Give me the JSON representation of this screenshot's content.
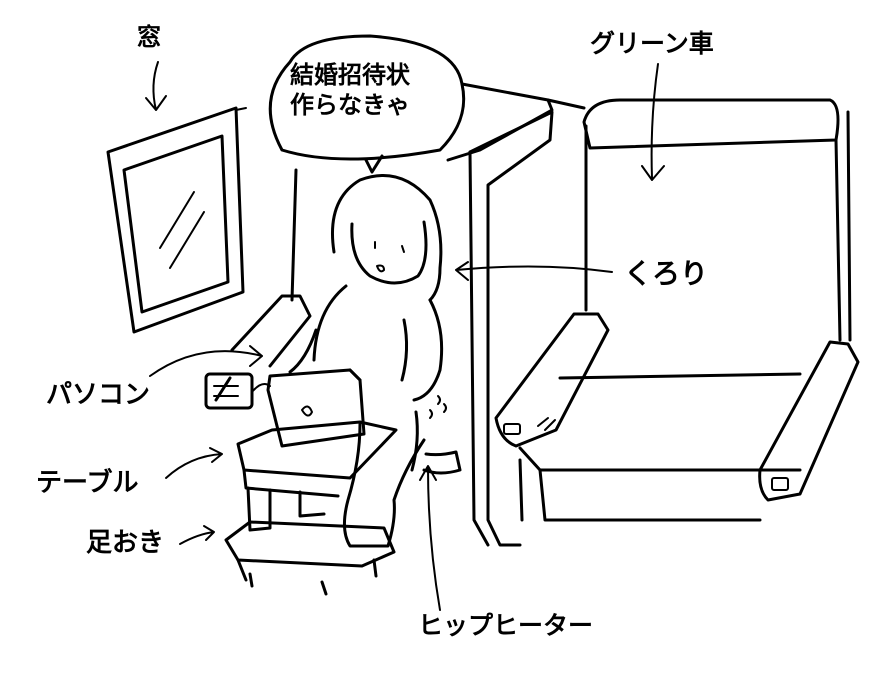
{
  "labels": {
    "window": "窓",
    "speech_line1": "結婚招待状",
    "speech_line2": "作らなきゃ",
    "green_car": "グリーン車",
    "kurori": "くろり",
    "pc": "パソコン",
    "table": "テーブル",
    "footrest": "足おき",
    "hip_heater": "ヒップヒーター"
  },
  "colors": {
    "ink": "#000000",
    "paper": "#ffffff"
  }
}
